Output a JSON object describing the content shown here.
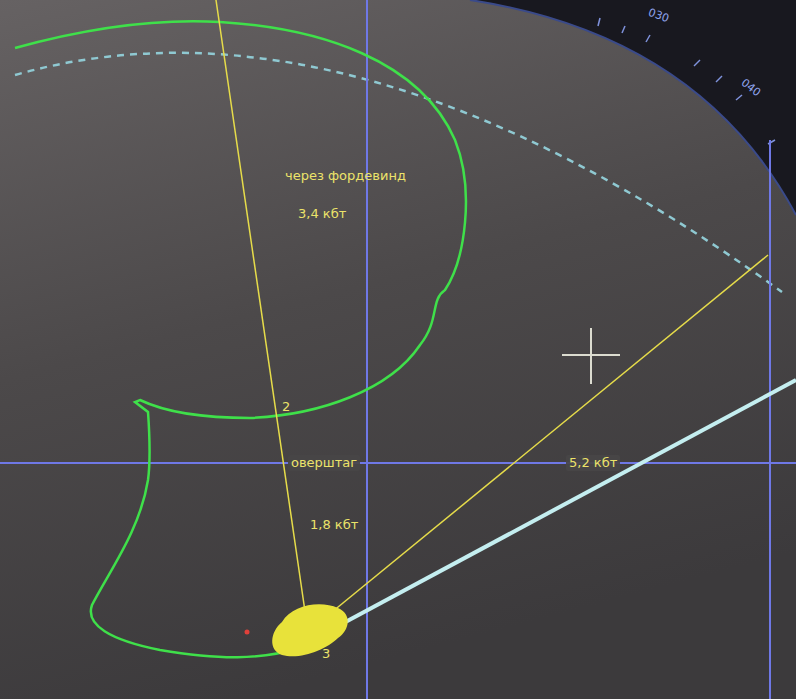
{
  "diagram": {
    "labels": [
      "030",
      "040",
      "через фордевинд",
      "3,4 кбт",
      "2",
      "оверштаг",
      "1,8 кбт",
      "5,2 кбт",
      "3"
    ]
  }
}
